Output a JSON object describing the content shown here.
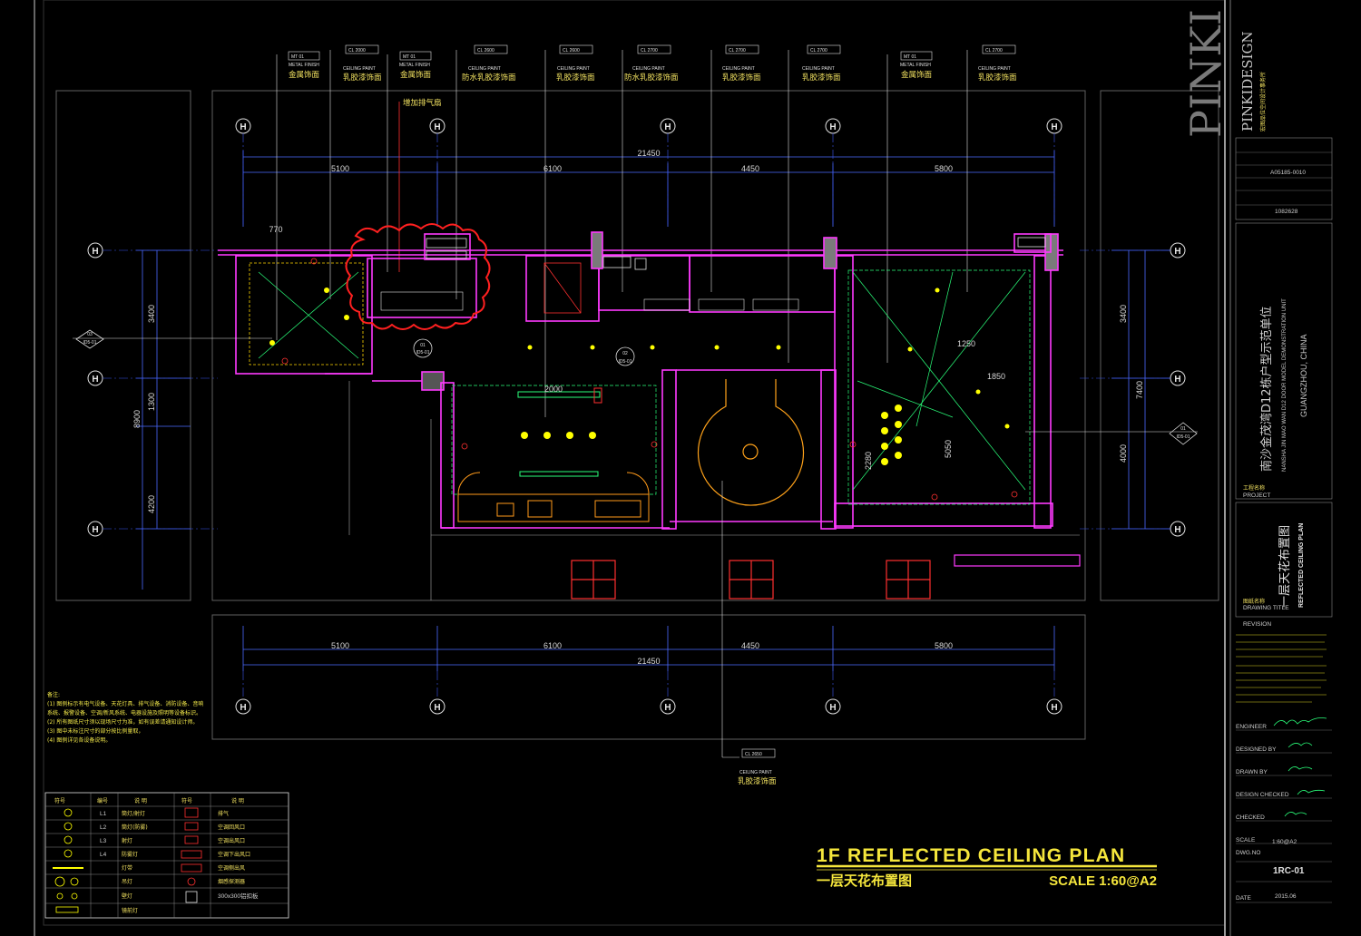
{
  "drawing": {
    "title_en": "1F REFLECTED CEILING PLAN",
    "title_cn": "一层天花布置图",
    "scale_text": "SCALE 1:60@A2"
  },
  "dimensions": {
    "top_total": "21450",
    "top_segments": [
      "5100",
      "6100",
      "4450",
      "5800"
    ],
    "bottom_total": "21450",
    "bottom_segments": [
      "5100",
      "6100",
      "4450",
      "5800"
    ],
    "left_total": "8900",
    "left_segments": [
      "3400",
      "1300",
      "4200"
    ],
    "right_total": "7400",
    "right_segments": [
      "3400",
      "4000"
    ],
    "detail": [
      "770",
      "2000",
      "1250",
      "1850",
      "5050",
      "2280"
    ]
  },
  "material_tags": [
    {
      "code": "MT 01",
      "en": "METAL FINISH",
      "cn": "金属饰面"
    },
    {
      "code": "CL 2000",
      "en": "CEILING PAINT",
      "cn": "乳胶漆饰面"
    },
    {
      "code": "MT 01",
      "en": "METAL FINISH",
      "cn": "金属饰面"
    },
    {
      "code": "CL 2600",
      "en": "CEILING PAINT",
      "cn": "防水乳胶漆饰面"
    },
    {
      "code": "CL 2600",
      "en": "CEILING PAINT",
      "cn": "乳胶漆饰面"
    },
    {
      "code": "CL 2700",
      "en": "CEILING PAINT",
      "cn": "防水乳胶漆饰面"
    },
    {
      "code": "CL 2700",
      "en": "CEILING PAINT",
      "cn": "乳胶漆饰面"
    },
    {
      "code": "CL 2700",
      "en": "CEILING PAINT",
      "cn": "乳胶漆饰面"
    },
    {
      "code": "MT 01",
      "en": "METAL FINISH",
      "cn": "金属饰面"
    },
    {
      "code": "CL 2700",
      "en": "CEILING PAINT",
      "cn": "乳胶漆饰面"
    }
  ],
  "bottom_tag": {
    "code": "CL 2650",
    "en": "CEILING PAINT",
    "cn": "乳胶漆饰面"
  },
  "annotation_exhaust": "增加排气扇",
  "grid_labels": {
    "top": [
      "H",
      "H",
      "H",
      "H",
      "H"
    ],
    "left": [
      "H",
      "H",
      "H"
    ],
    "right": [
      "H",
      "H",
      "H"
    ]
  },
  "section_markers": [
    {
      "id": "03",
      "ref": "ID5-01"
    },
    {
      "id": "01",
      "ref": "ID5-01"
    },
    {
      "id": "02",
      "ref": "ID5-01"
    },
    {
      "id": "01",
      "ref": "ID5-01"
    }
  ],
  "notes": {
    "heading": "备注:",
    "lines": [
      "(1) 图例标示有电气设备、天花灯具、排气设备、消防设备、音响",
      "系统、报警设备、空调/新风系统、电器设施及照明等设备标识。",
      "(2) 所有图纸尺寸须以现场尺寸为准，如有误差请通知设计师。",
      "(3) 图中未标注尺寸的部分按比例量取，",
      "(4) 图例详见各设备说明。"
    ]
  },
  "legend": {
    "headers": [
      "符号",
      "编号",
      "说 明",
      "符号",
      "说 明"
    ],
    "rows": [
      [
        "L1",
        "筒灯/射灯",
        "排气"
      ],
      [
        "L2",
        "筒灯(防雾)",
        "空调回风口"
      ],
      [
        "L3",
        "射灯",
        "空调出风口"
      ],
      [
        "L4",
        "防雾灯",
        "空调下出风口"
      ],
      [
        "",
        "灯带",
        "空调侧出风"
      ],
      [
        "",
        "吊灯",
        "烟感探测器"
      ],
      [
        "",
        "壁灯",
        "300x300铝扣板"
      ],
      [
        "",
        "镜前灯",
        ""
      ]
    ]
  },
  "title_block": {
    "logo": "PINKIDESIGN",
    "logo_big": "PINKI",
    "company_cn": "宏图品位空间设计事务所",
    "project_cn": "南沙金茂湾D12栋户型示范单位",
    "project_en": "NANSHA JIN MAO WAN D12 DOOR MODEL DEMONSTRATION UNIT",
    "location": "GUANGZHOU, CHINA",
    "project_label_cn": "工程名称",
    "project_label_en": "PROJECT",
    "drawing_title_label_cn": "图纸名称",
    "drawing_title_label_en": "DRAWING TITLE",
    "drawing_title_cn": "一层天花布置图",
    "drawing_title_en": "REFLECTED CEILING PLAN",
    "revision_label": "REVISION",
    "engineer_label": "ENGINEER",
    "designed_label": "DESIGNED BY",
    "drawn_label": "DRAWN BY",
    "design_checked_label": "DESIGN CHECKED",
    "checked_label": "CHECKED",
    "scale_label": "SCALE",
    "scale_value": "1:60@A2",
    "dwg_label": "DWG.NO",
    "dwg_value": "1RC-01",
    "date_label": "DATE",
    "date_value": "2015.06",
    "cert_code_1": "A05185-0010",
    "cert_code_2": "1082628"
  },
  "colors": {
    "background": "#000000",
    "wall": "#ff3aff",
    "dim": "#4b6bff",
    "light": "#ffff00",
    "cloud": "#ff2020",
    "structure": "#ff5050",
    "fixture": "#ff9a1a",
    "text": "#e0e0e0",
    "green": "#2aff7a"
  }
}
